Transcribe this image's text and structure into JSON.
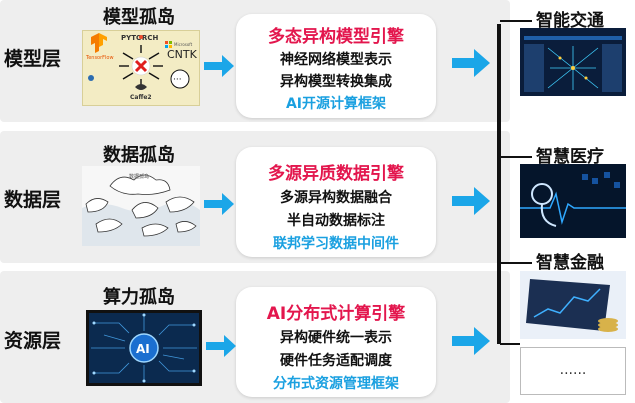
{
  "layers": [
    {
      "label": "模型层",
      "island_title": "模型孤岛",
      "engine_title": "多态异构模型引擎",
      "lines": [
        "神经网络模型表示",
        "异构模型转换集成"
      ],
      "highlight": "AI开源计算框架"
    },
    {
      "label": "数据层",
      "island_title": "数据孤岛",
      "engine_title": "多源异质数据引擎",
      "lines": [
        "多源异构数据融合",
        "半自动数据标注"
      ],
      "highlight": "联邦学习数据中间件"
    },
    {
      "label": "资源层",
      "island_title": "算力孤岛",
      "engine_title": "AI分布式计算引擎",
      "lines": [
        "异构硬件统一表示",
        "硬件任务适配调度"
      ],
      "highlight": "分布式资源管理框架"
    }
  ],
  "frameworks": {
    "pytorch": "PYTORCH",
    "cntk": "CNTK",
    "caffe": "Caffe2",
    "tensorflow": "TensorFlow",
    "microsoft": "Microsoft",
    "more": "···"
  },
  "island_img_text": "数据孤岛",
  "ai_chip_text": "AI",
  "applications": [
    {
      "label": "智能交通"
    },
    {
      "label": "智慧医疗"
    },
    {
      "label": "智慧金融"
    },
    {
      "label": "......"
    }
  ],
  "colors": {
    "engine_title": "#e3164d",
    "highlight": "#1aa0e0",
    "arrow": "#1ba6e8",
    "band": "#eeeeee"
  }
}
